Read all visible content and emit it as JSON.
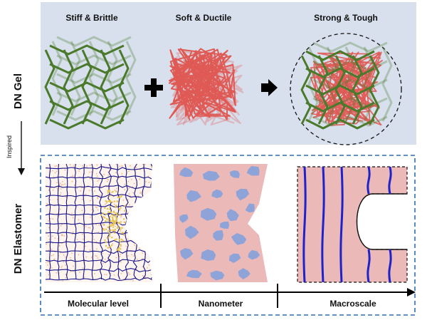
{
  "top_panel": {
    "side_label": "DN Gel",
    "titles": {
      "left": "Stiff & Brittle",
      "middle": "Soft & Ductile",
      "right": "Strong & Tough"
    },
    "operator_plus": "plus-sign",
    "operator_arrow": "right-arrow",
    "background_color": "#d7e0ec"
  },
  "connector": {
    "label": "Inspired",
    "icon": "down-arrow"
  },
  "bottom_panel": {
    "side_label": "DN Elastomer",
    "border_color": "#2e6db4",
    "scale_labels": [
      "Molecular level",
      "Nanometer",
      "Macroscale"
    ]
  },
  "colors": {
    "stiff_network": "#4b7a2c",
    "soft_network": "#e05a55",
    "molecular_grid": "#16128a",
    "molecular_dots": "#f0b28c",
    "crack_tip": "#e6c24a",
    "nano_matrix": "#ebb9b7",
    "nano_particles": "#8ea3d8",
    "macro_fill": "#ebb9b7",
    "macro_fibers": "#1f22c8"
  }
}
